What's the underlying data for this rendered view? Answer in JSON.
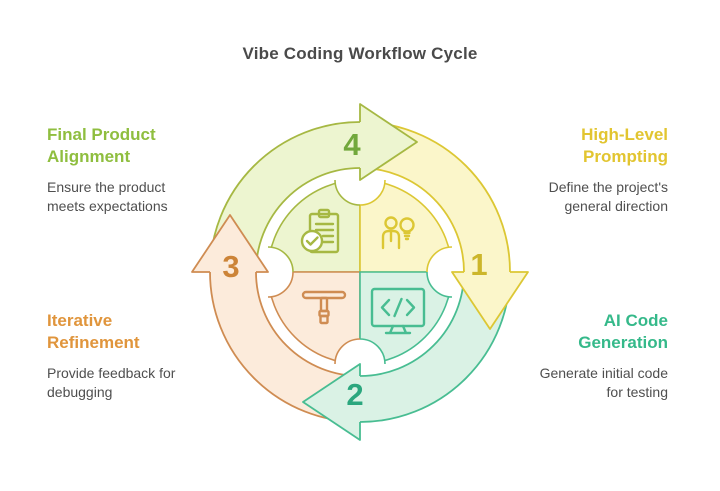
{
  "title": "Vibe Coding Workflow Cycle",
  "steps": [
    {
      "number": "1",
      "heading": "High-Level\nPrompting",
      "body": "Define the project's\ngeneral direction",
      "icon": "person-idea",
      "color": "yellow",
      "position": "top-right",
      "arrow_direction": "down"
    },
    {
      "number": "2",
      "heading": "AI Code\nGeneration",
      "body": "Generate initial code\nfor testing",
      "icon": "code-monitor",
      "color": "teal",
      "position": "bottom-right",
      "arrow_direction": "left"
    },
    {
      "number": "3",
      "heading": "Iterative\nRefinement",
      "body": "Provide feedback for\ndebugging",
      "icon": "debug-tool",
      "color": "orange",
      "position": "bottom-left",
      "arrow_direction": "up"
    },
    {
      "number": "4",
      "heading": "Final Product\nAlignment",
      "body": "Ensure the product\nmeets expectations",
      "icon": "clipboard-check",
      "color": "green",
      "position": "top-left",
      "arrow_direction": "right"
    }
  ],
  "palette": {
    "title_text": "#4a4a4a",
    "body_text": "#4f4f4f",
    "green_fill": "#edf5d0",
    "green_stroke": "#a6b843",
    "green_text": "#8fbe3f",
    "green_num": "#72a83c",
    "yellow_fill": "#fbf6ca",
    "yellow_stroke": "#dcc734",
    "yellow_text": "#e2c530",
    "yellow_num": "#ccb62b",
    "teal_fill": "#daf2e5",
    "teal_stroke": "#48bd92",
    "teal_text": "#35b98a",
    "teal_num": "#2ba77e",
    "orange_fill": "#fcebdb",
    "orange_stroke": "#cf8c52",
    "orange_text": "#e0953c",
    "orange_num": "#cc8438"
  }
}
